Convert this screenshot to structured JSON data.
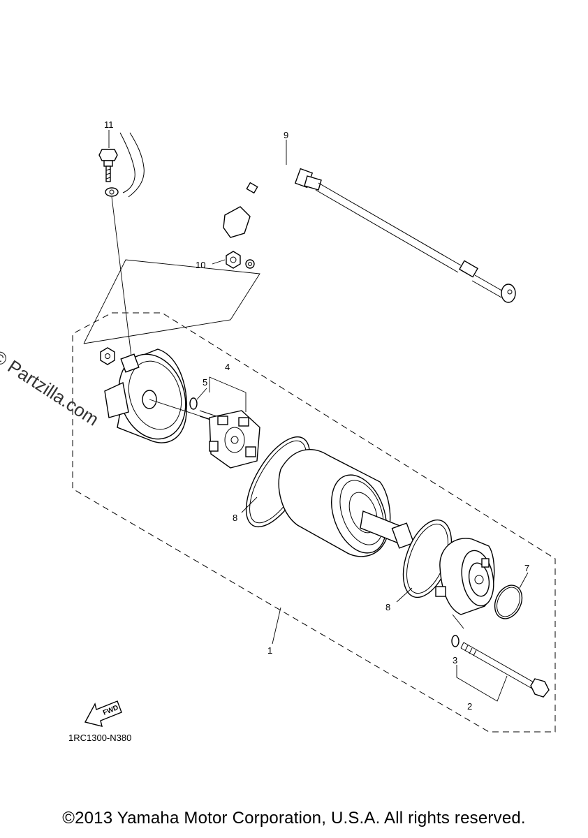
{
  "watermark": "© Partzilla.com",
  "diagram_code": "1RC1300-N380",
  "fwd_label": "FWD",
  "copyright": "©2013 Yamaha Motor Corporation, U.S.A. All rights reserved.",
  "callouts": {
    "c1": "1",
    "c2": "2",
    "c3": "3",
    "c4": "4",
    "c5": "5",
    "c7": "7",
    "c8a": "8",
    "c8b": "8",
    "c9": "9",
    "c10": "10",
    "c11": "11"
  }
}
